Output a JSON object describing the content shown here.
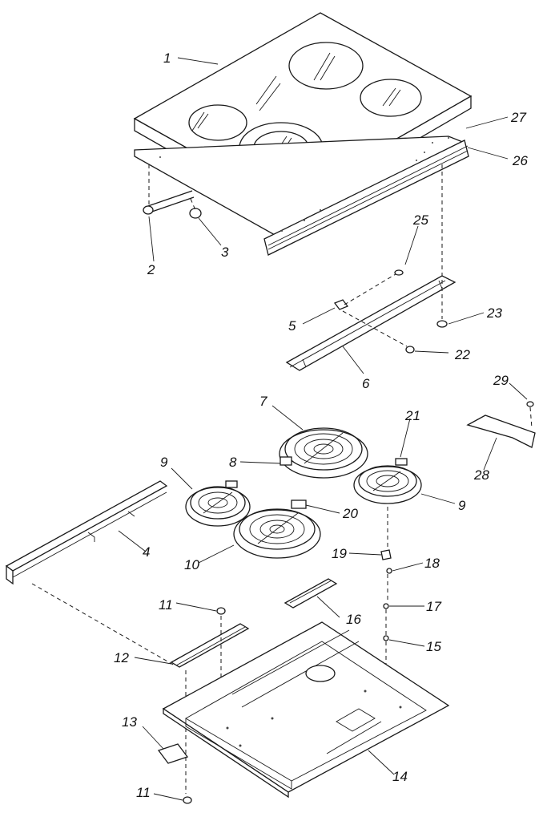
{
  "callouts": [
    {
      "id": "c1",
      "label": "1"
    },
    {
      "id": "c2",
      "label": "2"
    },
    {
      "id": "c3",
      "label": "3"
    },
    {
      "id": "c4",
      "label": "4"
    },
    {
      "id": "c5",
      "label": "5"
    },
    {
      "id": "c6",
      "label": "6"
    },
    {
      "id": "c7",
      "label": "7"
    },
    {
      "id": "c8",
      "label": "8"
    },
    {
      "id": "c9a",
      "label": "9"
    },
    {
      "id": "c9b",
      "label": "9"
    },
    {
      "id": "c10",
      "label": "10"
    },
    {
      "id": "c11a",
      "label": "11"
    },
    {
      "id": "c11b",
      "label": "11"
    },
    {
      "id": "c12",
      "label": "12"
    },
    {
      "id": "c13",
      "label": "13"
    },
    {
      "id": "c14",
      "label": "14"
    },
    {
      "id": "c15",
      "label": "15"
    },
    {
      "id": "c16",
      "label": "16"
    },
    {
      "id": "c17",
      "label": "17"
    },
    {
      "id": "c18",
      "label": "18"
    },
    {
      "id": "c19",
      "label": "19"
    },
    {
      "id": "c20",
      "label": "20"
    },
    {
      "id": "c21",
      "label": "21"
    },
    {
      "id": "c22",
      "label": "22"
    },
    {
      "id": "c23",
      "label": "23"
    },
    {
      "id": "c25",
      "label": "25"
    },
    {
      "id": "c26",
      "label": "26"
    },
    {
      "id": "c27",
      "label": "27"
    },
    {
      "id": "c28",
      "label": "28"
    },
    {
      "id": "c29",
      "label": "29"
    }
  ]
}
